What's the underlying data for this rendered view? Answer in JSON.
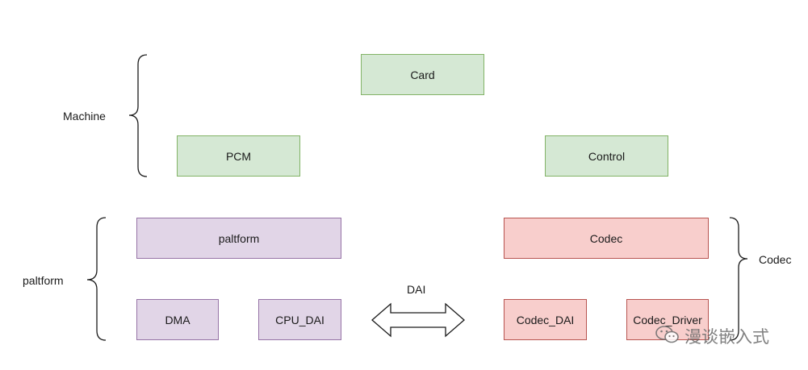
{
  "diagram": {
    "machine_group": {
      "label": "Machine",
      "card": "Card",
      "pcm": "PCM",
      "control": "Control"
    },
    "platform_group": {
      "label": "paltform",
      "platform": "paltform",
      "dma": "DMA",
      "cpu_dai": "CPU_DAI"
    },
    "codec_group": {
      "label": "Codec",
      "codec": "Codec",
      "codec_dai": "Codec_DAI",
      "codec_driver": "Codec_Driver"
    },
    "link": {
      "label": "DAI"
    }
  },
  "watermark": {
    "text": "漫谈嵌入式",
    "icon": "wechat-icon"
  },
  "colors": {
    "green_fill": "#d5e8d4",
    "green_stroke": "#82b366",
    "purple_fill": "#e1d5e7",
    "purple_stroke": "#9673a6",
    "red_fill": "#f8cecc",
    "red_stroke": "#b85450"
  }
}
